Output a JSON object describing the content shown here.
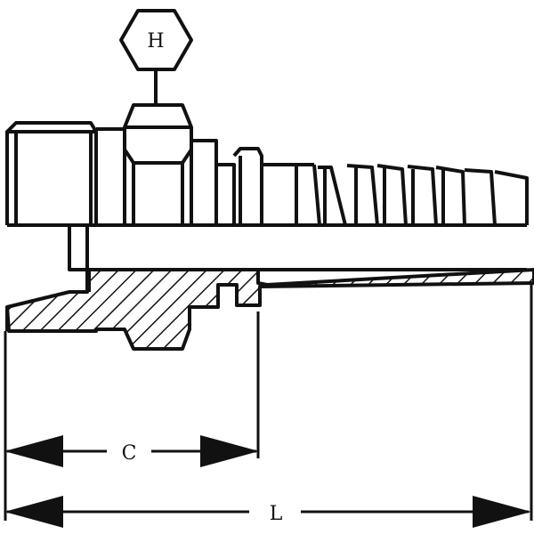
{
  "labels": {
    "hex": "H",
    "dim_c": "C",
    "dim_l": "L"
  },
  "colors": {
    "line": "#111111",
    "background": "#ffffff"
  }
}
